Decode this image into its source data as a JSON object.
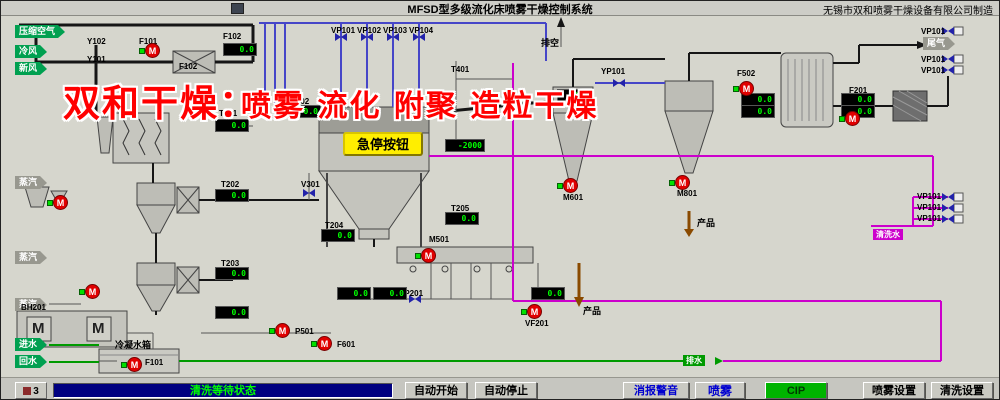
{
  "header": {
    "title": "MFSD型多级流化床喷雾干燥控制系统",
    "manufacturer": "无锡市双和喷雾干燥设备有限公司制造"
  },
  "watermark": {
    "brand": "双和干燥：",
    "slogan": "喷雾 流化 附聚 造粒干燥",
    "color": "#ff0000"
  },
  "diagram": {
    "emergency_button": "急停按钮",
    "pump_glyph": "M",
    "vent_label": "排空",
    "exhaust_label": "尾气",
    "flow_arrows": [
      "压缩空气",
      "冷风",
      "新风",
      "蒸汽",
      "蒸汽",
      "蒸汽",
      "进水",
      "回水"
    ],
    "product_labels": [
      "产品",
      "产品"
    ],
    "chip_magenta": "清洗水",
    "chip_green": "排水",
    "labels": [
      "F102",
      "Y102",
      "F101",
      "Y101",
      "F102",
      "VP101",
      "VP102",
      "VP103",
      "VP104",
      "T401",
      "YP101",
      "F502",
      "VP101",
      "VP101",
      "VP101",
      "F201",
      "T102",
      "T201",
      "T202",
      "V301",
      "T204",
      "T203",
      "T205",
      "M501",
      "M601",
      "M801",
      "VP201",
      "VF201",
      "BH201",
      "冷凝水箱",
      "F101",
      "P501",
      "F601",
      "VP101",
      "VP101",
      "VP101"
    ],
    "values": [
      "0.0",
      "0.0",
      "0.0",
      "0.0",
      "0.0",
      "-2000",
      "0.0",
      "0.0",
      "0.0",
      "0.0",
      "0.0",
      "0.0",
      "0.0",
      "0.0",
      "0.0",
      "0.0",
      "0.0"
    ]
  },
  "footer": {
    "toolbar_button": "3",
    "status": "清洗等待状态",
    "buttons": [
      "自动开始",
      "自动停止",
      "消报警音",
      "喷雾",
      "CIP",
      "喷雾设置",
      "清洗设置"
    ]
  },
  "colors": {
    "pipe_air": "#161616",
    "pipe_blue": "#4646c8",
    "pipe_cip": "#cc00cc",
    "pipe_water": "#009a00",
    "pipe_product": "#8a4a00",
    "pump": "#e00000",
    "value_text": "#00ff00",
    "status_bg": "#000080",
    "status_text": "#00ff00",
    "cip_button": "#00b400"
  }
}
